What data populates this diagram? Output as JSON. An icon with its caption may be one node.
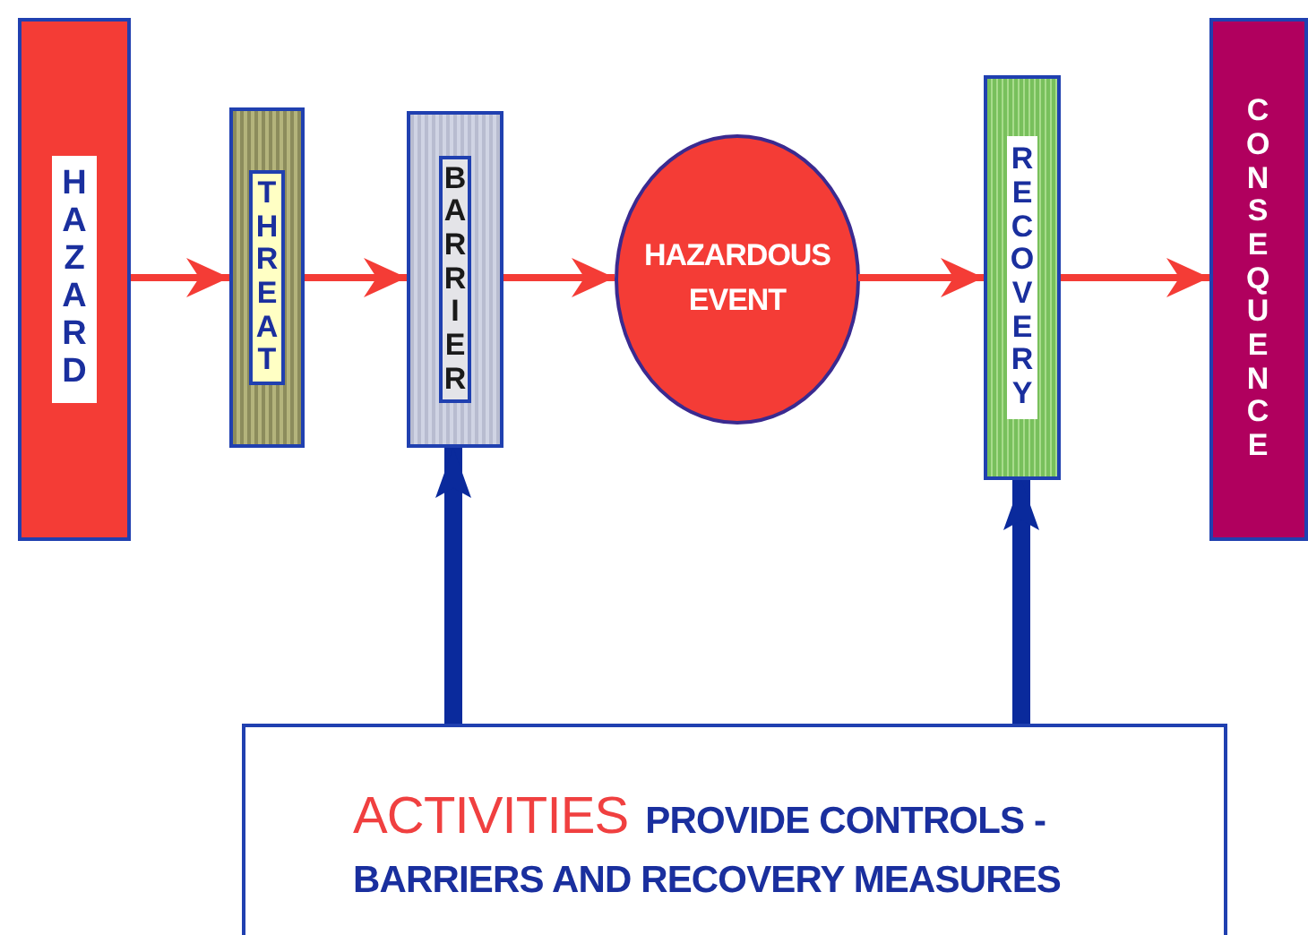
{
  "diagram": {
    "nodes": [
      {
        "text": [
          "HAZARD"
        ]
      },
      {
        "text": [
          "THREAT"
        ]
      },
      {
        "text": [
          "BARRIER"
        ]
      },
      {
        "text": [
          "HAZARDOUS EVENT"
        ]
      },
      {
        "text": [
          "RECOVERY"
        ]
      },
      {
        "text": [
          "CONSEQUENCE"
        ]
      },
      {
        "text": [
          "**ACTIVITIES** PROVIDE CONTROLS - BARRIERS AND RECOVERY MEASURES"
        ]
      }
    ],
    "edges": [
      {
        "from": 0,
        "to": 1,
        "arrow": "to"
      },
      {
        "from": 1,
        "to": 2,
        "arrow": "to"
      },
      {
        "from": 2,
        "to": 3,
        "arrow": "to"
      },
      {
        "from": 3,
        "to": 4,
        "arrow": "to"
      },
      {
        "from": 4,
        "to": 5,
        "arrow": "to"
      },
      {
        "from": 6,
        "to": 2,
        "arrow": "to",
        "style": "thick",
        "color": "#0a2a9c"
      },
      {
        "from": 6,
        "to": 4,
        "arrow": "to",
        "style": "thick",
        "color": "#0a2a9c"
      }
    ]
  }
}
